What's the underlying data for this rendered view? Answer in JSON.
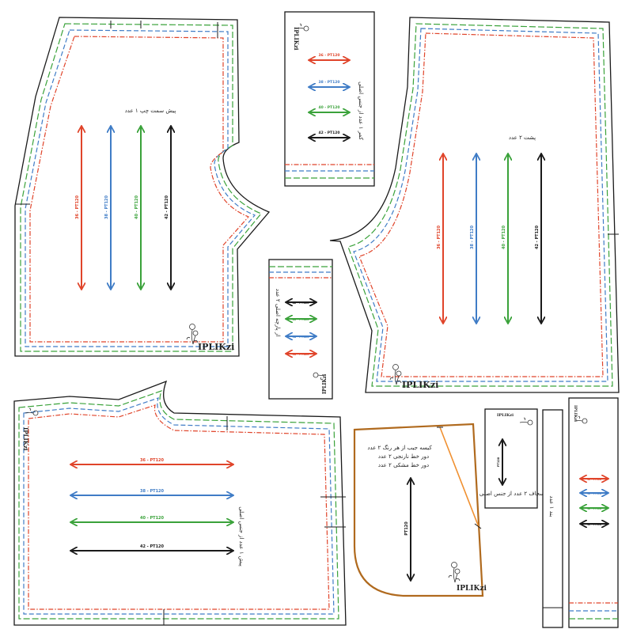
{
  "colors": {
    "size_36": "#e0442a",
    "size_38": "#3f7cc6",
    "size_40": "#3aa23a",
    "size_42": "#1a1a1a",
    "pocket_outline": "#b06a1e"
  },
  "size_labels": {
    "s36": "36 - PT120",
    "s38": "38 - PT120",
    "s40": "40 - PT120",
    "s42": "42 - PT120",
    "pocket": "PT120"
  },
  "brand": "IPLIKzi",
  "icons": [
    "rose-logo-icon",
    "double-arrow-icon",
    "notch-mark-icon"
  ],
  "pieces": {
    "front_left": {
      "title": "پیش سمت چپ ۱ عدد"
    },
    "back": {
      "title": "پشت ۲ عدد"
    },
    "waistband_side": {
      "note": "کمر ۱ عدد از جنس اصلی"
    },
    "small_strip": {
      "note": "از پارچه اصلی ۲ عدد"
    },
    "front_right": {
      "note": "پیش ۱ عدد از جنس اصلی"
    },
    "pocket_bag": {
      "line1": "کیسه جیب از هر رنگ ۲ عدد",
      "line2": "دور خط نارنجی ۲ عدد",
      "line3": "دور خط مشکی ۲ عدد"
    },
    "belt_loop": {
      "note": "سجاف ۲ عدد از جنس اصلی"
    },
    "thin_strip": {
      "note": "بند ۱ عدد"
    }
  }
}
